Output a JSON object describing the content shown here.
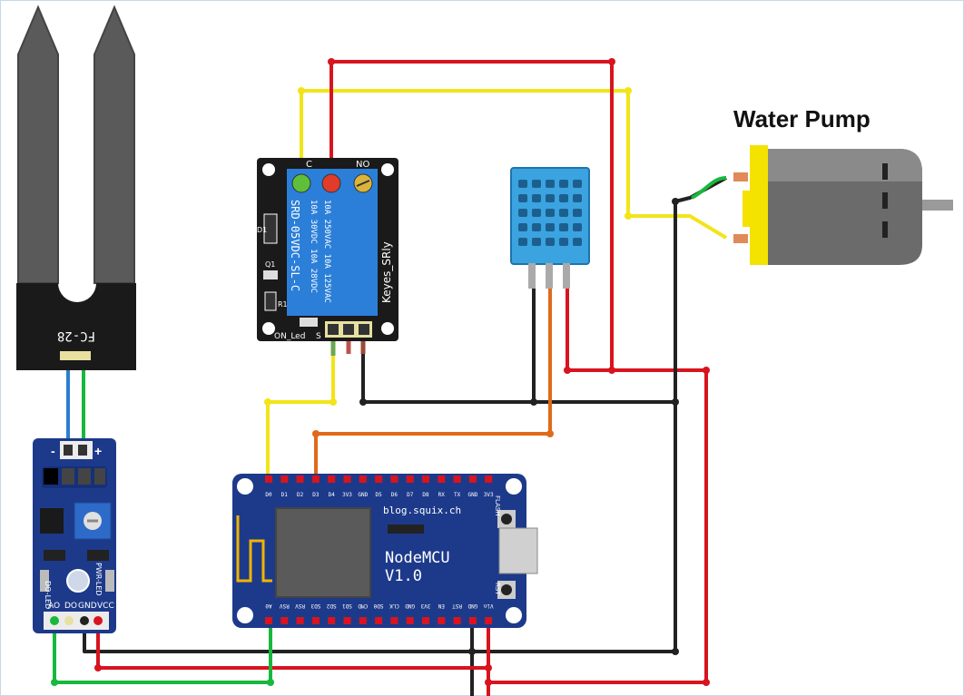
{
  "title": "Water Pump",
  "watermark": "blog.squix.ch",
  "soil_probe": {
    "label": "FC-28"
  },
  "moisture_module": {
    "terminals": [
      "-",
      "+"
    ],
    "led_labels": [
      "DO-LED",
      "PWR-LED"
    ],
    "pin_labels": [
      "AO",
      "DO",
      "GND",
      "VCC"
    ]
  },
  "relay": {
    "label_vertical": "Keyes_SRly",
    "coil_text": "SRD-05VDC-SL-C",
    "rating_line1": "10A 250VAC  10A 125VAC",
    "rating_line2": "10A 30VDC  10A 28VDC",
    "terminal_c": "C",
    "terminal_no": "NO",
    "diode_label": "D1",
    "transistor_label": "Q1",
    "resistor_label": "R1",
    "led_label": "ON_Led",
    "signal_label": "S"
  },
  "nodemcu": {
    "name_line1": "NodeMCU",
    "name_line2": "V1.0",
    "flash_label": "FLASH",
    "rst_label": "RST",
    "top_pins": [
      "D0",
      "D1",
      "D2",
      "D3",
      "D4",
      "3V3",
      "GND",
      "D5",
      "D6",
      "D7",
      "D8",
      "RX",
      "TX",
      "GND",
      "3V3"
    ],
    "bottom_pins": [
      "A0",
      "RSV",
      "RSV",
      "SD3",
      "SD2",
      "SD1",
      "CMD",
      "SD0",
      "CLK",
      "GND",
      "3V3",
      "EN",
      "RST",
      "GND",
      "Vin"
    ]
  },
  "wire_colors": {
    "red": "#d8141e",
    "black": "#222222",
    "yellow": "#f2e418",
    "green": "#18b83c",
    "blue": "#2a7fd0",
    "orange": "#e06a1a"
  }
}
